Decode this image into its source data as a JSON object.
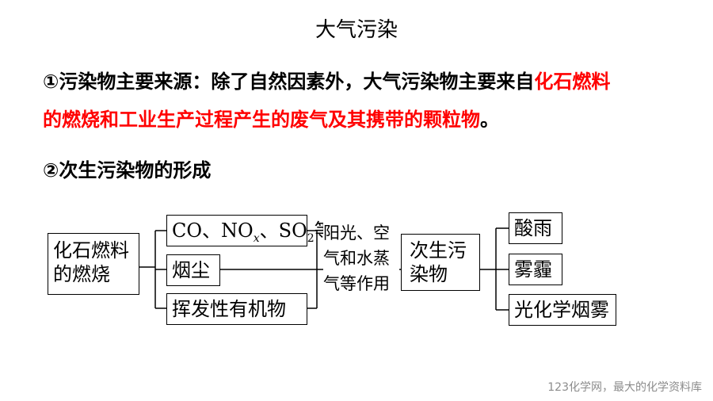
{
  "title": "大气污染",
  "source_line": {
    "marker": "①",
    "prefix": "污染物主要来源：除了自然因素外，大气污染物主要来自",
    "highlight_line1": "化石燃料",
    "highlight_line2": "的燃烧和工业生产过程产生的废气及其携带的颗粒物",
    "suffix": "。"
  },
  "secondary_line": {
    "marker": "②",
    "text": "次生污染物的形成"
  },
  "diagram": {
    "source_box": [
      "化石燃料",
      "的燃烧"
    ],
    "pollutants": {
      "gases": [
        "CO",
        "、NO",
        "x",
        "、SO",
        "2",
        "等"
      ],
      "dust": "烟尘",
      "organics": "挥发性有机物"
    },
    "conditions": [
      "阳光、空",
      "气和水蒸",
      "气等作用"
    ],
    "secondary_box": [
      "次生污",
      "染物"
    ],
    "results": [
      "酸雨",
      "雾霾",
      "光化学烟雾"
    ]
  },
  "footer": "123化学网，最大的化学资料库",
  "colors": {
    "highlight": "#ff0000",
    "footer": "#8c8c8c"
  }
}
